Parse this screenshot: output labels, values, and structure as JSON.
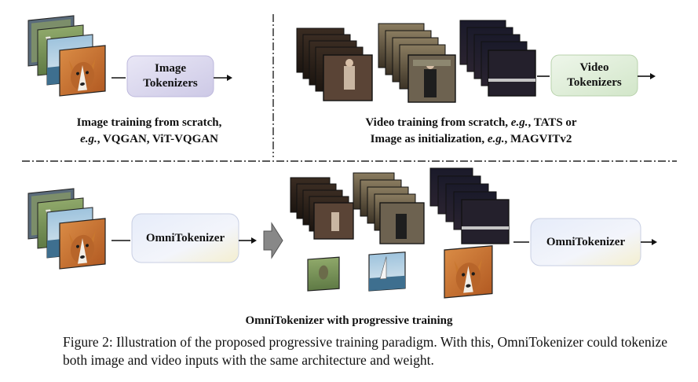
{
  "figure": {
    "top_left": {
      "box_label_line1": "Image",
      "box_label_line2": "Tokenizers",
      "caption_line1": "Image training from scratch,",
      "caption_line2_em": "e.g.",
      "caption_line2_rest": ", VQGAN, ViT-VQGAN"
    },
    "top_right": {
      "box_label_line1": "Video",
      "box_label_line2": "Tokenizers",
      "caption_line1_a": "Video training from scratch, ",
      "caption_line1_em": "e.g.",
      "caption_line1_b": ", TATS or",
      "caption_line2_a": "Image as initialization, ",
      "caption_line2_em": "e.g.",
      "caption_line2_b": ", MAGVITv2"
    },
    "bottom": {
      "left_box_label": "OmniTokenizer",
      "right_box_label": "OmniTokenizer",
      "subcaption": "OmniTokenizer with progressive training"
    },
    "colors": {
      "image_tokenizer_box": "#d9d6ee",
      "video_tokenizer_box": "#dcebd6",
      "omni_box": "#eef2fa",
      "omni_box_accent": "#f5f0c8",
      "arrow_block": "#888888"
    }
  },
  "caption": "Figure 2: Illustration of the proposed progressive training paradigm. With this, OmniTokenizer could tokenize both image and video inputs with the same architecture and weight."
}
